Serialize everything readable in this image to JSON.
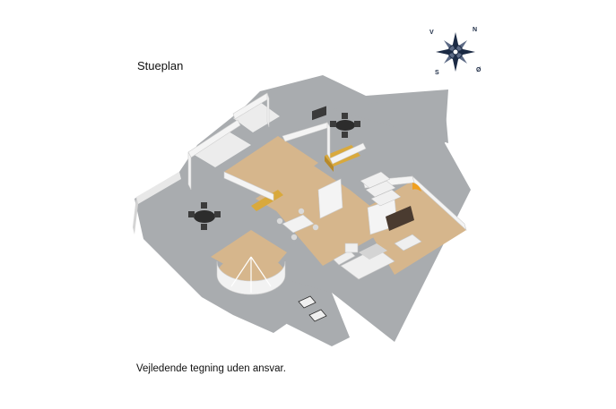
{
  "title": "Stueplan",
  "footer": "Vejledende tegning uden ansvar.",
  "compass": {
    "n": "N",
    "s": "S",
    "v": "V",
    "o": "Ø"
  },
  "colors": {
    "terrace": "#a9acaf",
    "floor_wood": "#d6b68c",
    "kitchen": "#d9a93c",
    "wall": "#f3f3f3",
    "compass": "#1b2a44"
  }
}
